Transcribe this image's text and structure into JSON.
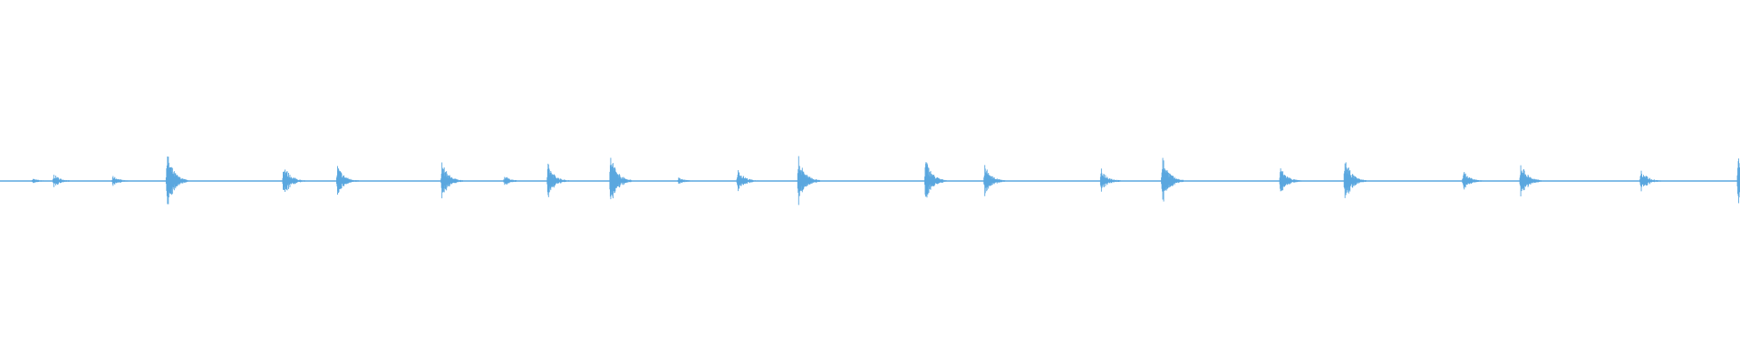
{
  "colors": {
    "background": "#ffffff",
    "waveform": "#5aa7df"
  },
  "chart_data": {
    "type": "area",
    "title": "",
    "xlabel": "",
    "ylabel": "",
    "xlim": [
      0,
      1
    ],
    "ylim": [
      -1,
      1
    ],
    "grid": false,
    "legend": "none",
    "baseline": 0,
    "series": [
      {
        "events": [
          {
            "x": 0.019,
            "amp": 0.015,
            "decay": 0.012
          },
          {
            "x": 0.031,
            "amp": 0.04,
            "decay": 0.012
          },
          {
            "x": 0.065,
            "amp": 0.03,
            "decay": 0.012
          },
          {
            "x": 0.096,
            "amp": 0.17,
            "decay": 0.012
          },
          {
            "x": 0.163,
            "amp": 0.1,
            "decay": 0.012
          },
          {
            "x": 0.194,
            "amp": 0.09,
            "decay": 0.012
          },
          {
            "x": 0.254,
            "amp": 0.11,
            "decay": 0.012
          },
          {
            "x": 0.29,
            "amp": 0.03,
            "decay": 0.012
          },
          {
            "x": 0.315,
            "amp": 0.1,
            "decay": 0.012
          },
          {
            "x": 0.351,
            "amp": 0.16,
            "decay": 0.012
          },
          {
            "x": 0.39,
            "amp": 0.02,
            "decay": 0.012
          },
          {
            "x": 0.424,
            "amp": 0.07,
            "decay": 0.012
          },
          {
            "x": 0.459,
            "amp": 0.14,
            "decay": 0.012
          },
          {
            "x": 0.532,
            "amp": 0.13,
            "decay": 0.012
          },
          {
            "x": 0.566,
            "amp": 0.09,
            "decay": 0.012
          },
          {
            "x": 0.633,
            "amp": 0.07,
            "decay": 0.012
          },
          {
            "x": 0.668,
            "amp": 0.15,
            "decay": 0.012
          },
          {
            "x": 0.736,
            "amp": 0.08,
            "decay": 0.012
          },
          {
            "x": 0.773,
            "amp": 0.13,
            "decay": 0.012
          },
          {
            "x": 0.841,
            "amp": 0.06,
            "decay": 0.012
          },
          {
            "x": 0.874,
            "amp": 0.11,
            "decay": 0.012
          },
          {
            "x": 0.943,
            "amp": 0.07,
            "decay": 0.012
          },
          {
            "x": 0.999,
            "amp": 0.15,
            "decay": 0.012
          }
        ]
      }
    ]
  }
}
